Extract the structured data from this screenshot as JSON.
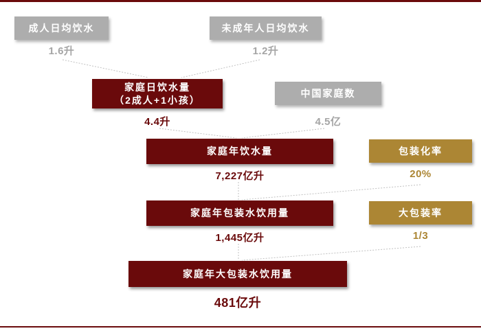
{
  "colors": {
    "dark_red": "#6A0A0B",
    "gold": "#AC8634",
    "gray_box": "#ADADAD",
    "gray_value_text": "#A5A5A5",
    "connector_gray": "#C0C0C0"
  },
  "flow": {
    "adult_daily": {
      "label": "成人日均饮水",
      "value": "1.6升"
    },
    "minor_daily": {
      "label": "未成年人日均饮水",
      "value": "1.2升"
    },
    "household_daily": {
      "label": "家庭日饮水量",
      "sublabel": "（2成人+1小孩）",
      "value": "4.4升"
    },
    "china_households": {
      "label": "中国家庭数",
      "value": "4.5亿"
    },
    "household_annual": {
      "label": "家庭年饮水量",
      "value": "7,227亿升"
    },
    "packaging_rate": {
      "label": "包装化率",
      "value": "20%"
    },
    "household_annual_packaged": {
      "label": "家庭年包装水饮用量",
      "value": "1,445亿升"
    },
    "large_package_rate": {
      "label": "大包装率",
      "value": "1/3"
    },
    "household_annual_large_packaged": {
      "label": "家庭年大包装水饮用量",
      "value": "481亿升"
    }
  }
}
